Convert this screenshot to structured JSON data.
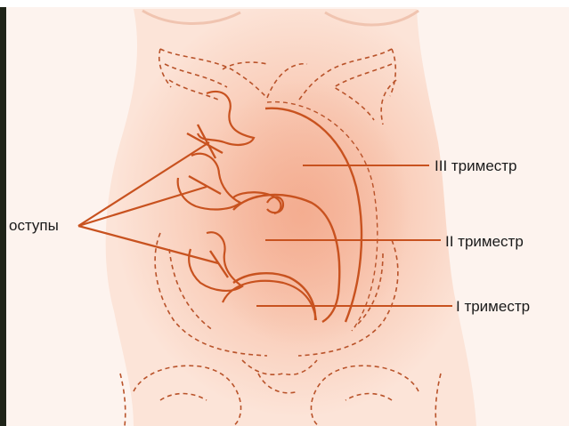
{
  "diagram": {
    "labels": {
      "ostupy": "оступы",
      "trimester_3": "III триместр",
      "trimester_2": "II триместр",
      "trimester_1": "I триместр"
    },
    "colors": {
      "skin": "#fbe2d6",
      "skin_shade": "#f4b59c",
      "line": "#c8521f",
      "dash": "#b9532a",
      "left_band": "#1f2418",
      "text": "#1a1a1a"
    }
  }
}
